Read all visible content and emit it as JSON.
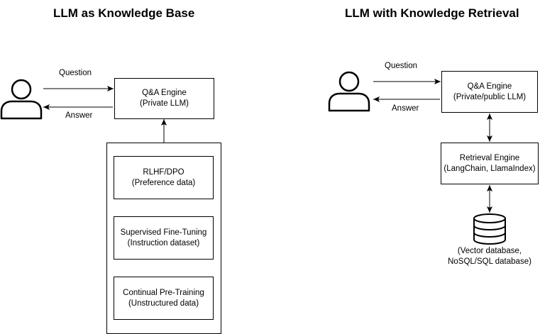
{
  "left": {
    "title": "LLM as Knowledge Base",
    "question": "Question",
    "answer": "Answer",
    "qa": {
      "line1": "Q&A Engine",
      "line2": "(Private LLM)"
    },
    "rlhf": {
      "line1": "RLHF/DPO",
      "line2": "(Preference data)"
    },
    "sft": {
      "line1": "Supervised Fine-Tuning",
      "line2": "(Instruction dataset)"
    },
    "cpt": {
      "line1": "Continual Pre-Training",
      "line2": "(Unstructured data)"
    }
  },
  "right": {
    "title": "LLM with Knowledge Retrieval",
    "question": "Question",
    "answer": "Answer",
    "qa": {
      "line1": "Q&A Engine",
      "line2": "(Private/public LLM)"
    },
    "retrieval": {
      "line1": "Retrieval Engine",
      "line2": "(LangChain, LlamaIndex)"
    },
    "db": {
      "line1": "(Vector database,",
      "line2": "NoSQL/SQL database)"
    }
  },
  "icons": [
    "user-icon",
    "user-icon",
    "database-icon"
  ]
}
